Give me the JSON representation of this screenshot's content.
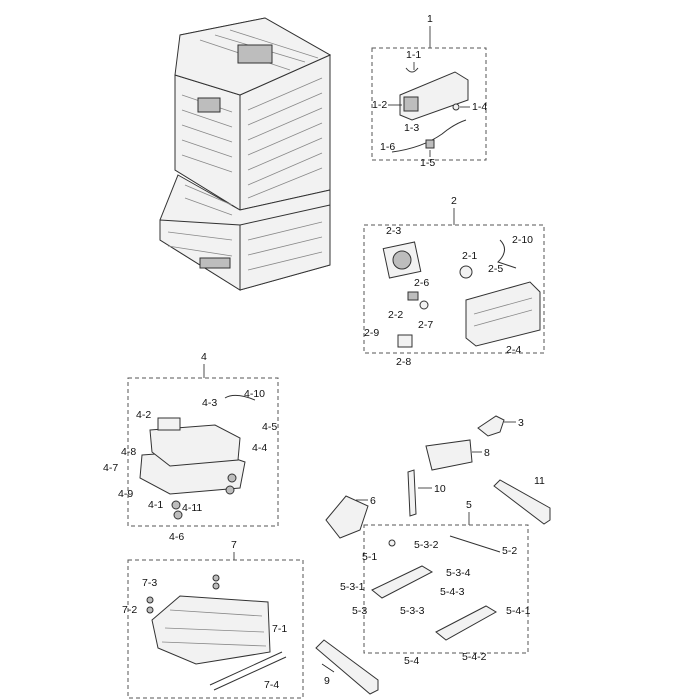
{
  "groups": {
    "g1": "1",
    "g2": "2",
    "g4": "4",
    "g5": "5",
    "g7": "7"
  },
  "labels": {
    "l1_1": "1-1",
    "l1_2": "1-2",
    "l1_3": "1-3",
    "l1_4": "1-4",
    "l1_5": "1-5",
    "l1_6": "1-6",
    "l2_1": "2-1",
    "l2_2": "2-2",
    "l2_3": "2-3",
    "l2_4": "2-4",
    "l2_5": "2-5",
    "l2_6": "2-6",
    "l2_7": "2-7",
    "l2_8": "2-8",
    "l2_9": "2-9",
    "l2_10": "2-10",
    "l3": "3",
    "l6": "6",
    "l8": "8",
    "l9": "9",
    "l10": "10",
    "l11": "11",
    "l4_1": "4-1",
    "l4_2": "4-2",
    "l4_3": "4-3",
    "l4_4": "4-4",
    "l4_5": "4-5",
    "l4_6": "4-6",
    "l4_7": "4-7",
    "l4_8": "4-8",
    "l4_9": "4-9",
    "l4_10": "4-10",
    "l4_11": "4-11",
    "l5_1": "5-1",
    "l5_2": "5-2",
    "l5_3": "5-3",
    "l5_3_1": "5-3-1",
    "l5_3_2": "5-3-2",
    "l5_3_3": "5-3-3",
    "l5_3_4": "5-3-4",
    "l5_4": "5-4",
    "l5_4_1": "5-4-1",
    "l5_4_2": "5-4-2",
    "l5_4_3": "5-4-3",
    "l7_1": "7-1",
    "l7_2": "7-2",
    "l7_3": "7-3",
    "l7_4": "7-4"
  }
}
